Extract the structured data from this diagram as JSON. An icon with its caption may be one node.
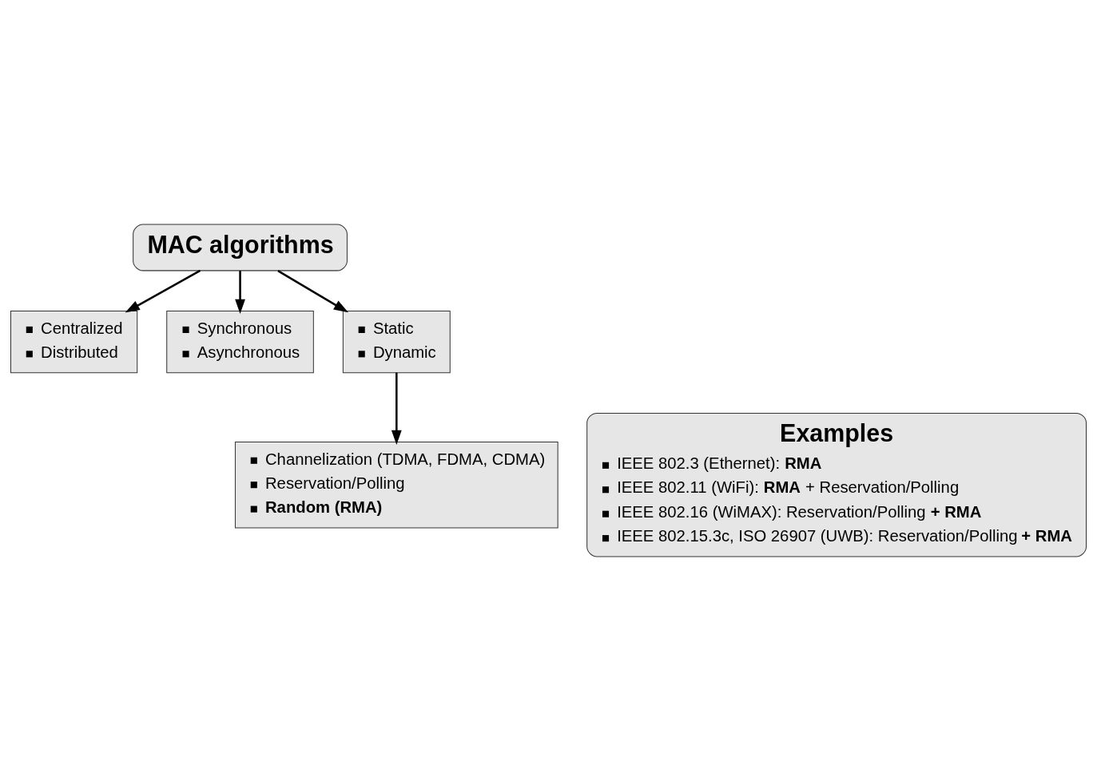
{
  "diagram": {
    "nodes": [
      {
        "text": [
          "MAC algorithms"
        ]
      },
      {
        "text": [
          "Centralized",
          "Distributed"
        ]
      },
      {
        "text": [
          "Synchronous",
          "Asynchronous"
        ]
      },
      {
        "text": [
          "Static",
          "Dynamic"
        ]
      },
      {
        "text": [
          "Examples",
          "IEEE 802.3 (Ethernet): **RMA**",
          "IEEE 802.11 (WiFi): **RMA** + Reservation/Polling",
          "IEEE 802.16 (WiMAX): Reservation/Polling **+ RMA**",
          "IEEE 802.15.3c, ISO 26907 (UWB): Reservation/Polling **+ RMA**"
        ]
      },
      {
        "text": [
          "Channelization (TDMA, FDMA, CDMA)",
          "Reservation/Polling",
          "Random (RMA)"
        ]
      }
    ],
    "edges": [
      {
        "from": 0,
        "to": 1,
        "arrow": "to"
      },
      {
        "from": 0,
        "to": 2,
        "arrow": "to"
      },
      {
        "from": 0,
        "to": 3,
        "arrow": "to"
      },
      {
        "from": 3,
        "to": 5,
        "arrow": "to"
      }
    ]
  }
}
